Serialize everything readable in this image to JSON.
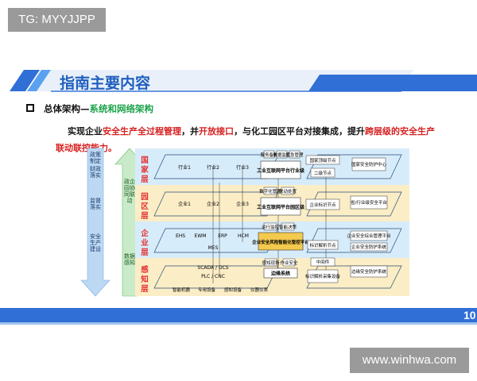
{
  "tag": "TG: MYYJJPP",
  "watermark": "www.winhwa.com",
  "title": "指南主要内容",
  "subtitle_prefix": "总体架构—",
  "subtitle_highlight": "系统和网络架构",
  "desc": {
    "p1_a": "实现企业",
    "p1_b": "安全生产全过程管理",
    "p1_c": "，并",
    "p1_d": "开放接口",
    "p1_e": "，与化工园区平台对接集成，提升",
    "p1_f": "跨层级的安全生产",
    "p2": "联动联控能力。"
  },
  "page_number": "10",
  "colors": {
    "primary_blue": "#1f5fbf",
    "bar_blue": "#2f6fd6",
    "highlight_green": "#1ba34a",
    "highlight_red": "#d62020",
    "layer_red": "#e53030"
  },
  "diagram": {
    "left_arrow": {
      "items": [
        "政策制定",
        "财政落实",
        "监督落实",
        "安全生产建设"
      ]
    },
    "right_arrow": {
      "top": "政企园协同联动",
      "bottom": "数据感知"
    },
    "layers": [
      {
        "label": "国家层",
        "nodes": [
          "行业1",
          "行业2",
          "行业3"
        ],
        "platform": "工业互联网平台行业级",
        "tags": [
          "服务备份",
          "数据监管",
          "应急管理"
        ],
        "right_nodes": [
          "国家顶级节点",
          "二级节点",
          "国家安全防护中心"
        ]
      },
      {
        "label": "园区层",
        "nodes": [
          "企业1",
          "企业2",
          "企业3"
        ],
        "platform": "工业互联网平台园区级",
        "tags": [
          "数字化管理",
          "联动处置"
        ],
        "right_nodes": [
          "企业标识节点",
          "省/行业级安全平台"
        ]
      },
      {
        "label": "企业层",
        "nodes": [
          "EHS",
          "EWM",
          "ERP",
          "HCM",
          "MES"
        ],
        "platform": "企业安全风险智能化管控平台",
        "tags": [
          "运行监控",
          "智能决策"
        ],
        "right_nodes": [
          "标识解析节点",
          "企业安全综合管理平台",
          "企业安全防护系统"
        ]
      },
      {
        "label": "感知层",
        "nodes": [
          "SCADA / DCS",
          "PLC / CNC",
          "智能机器",
          "专用设备",
          "感知设备",
          "仪器仪表"
        ],
        "platform": "边缘系统",
        "tags": [
          "感知现场",
          "作业安全"
        ],
        "right_nodes": [
          "中间件",
          "标识解析采集设备",
          "边缘安全防护系统"
        ]
      }
    ]
  }
}
